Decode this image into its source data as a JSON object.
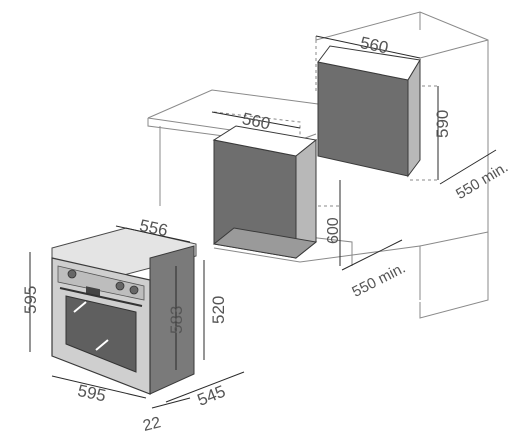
{
  "diagram": {
    "title": "",
    "dimensions": {
      "oven_width": "595",
      "oven_height": "595",
      "oven_depth": "556",
      "body_height": "583",
      "front_height": "520",
      "body_depth": "545",
      "door_thickness": "22",
      "undercounter_niche_width": "560",
      "undercounter_niche_height": "600",
      "undercounter_niche_depth": "550 min.",
      "column_niche_width": "560",
      "column_niche_height": "590",
      "column_niche_depth": "550 min."
    }
  }
}
